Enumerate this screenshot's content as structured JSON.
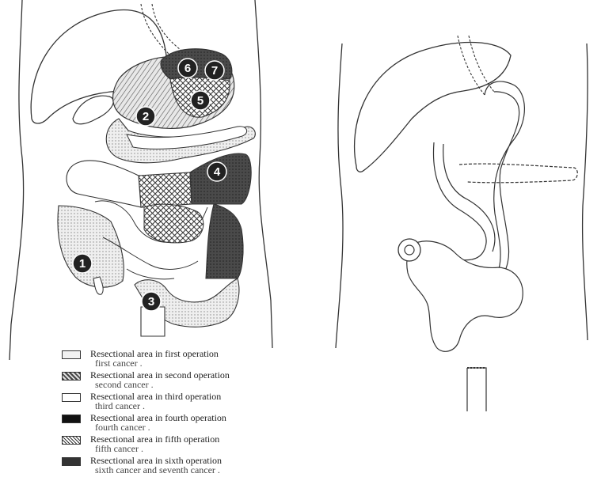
{
  "markers": [
    "1",
    "2",
    "3",
    "4",
    "5",
    "6",
    "7"
  ],
  "legend": [
    {
      "label": "Resectional area in first operation",
      "sub": "first cancer .",
      "pattern": "dotted"
    },
    {
      "label": "Resectional area in second operation",
      "sub": "second cancer .",
      "pattern": "hatched"
    },
    {
      "label": "Resectional area in third operation",
      "sub": "third cancer .",
      "pattern": "blank"
    },
    {
      "label": "Resectional area in fourth operation",
      "sub": "fourth cancer .",
      "pattern": "solid"
    },
    {
      "label": "Resectional area in fifth operation",
      "sub": "fifth cancer .",
      "pattern": "crosshatch"
    },
    {
      "label": "Resectional area in sixth operation",
      "sub": "sixth cancer and seventh cancer .",
      "pattern": "dark-dotted"
    }
  ],
  "colors": {
    "line": "#333333",
    "dotted": "#c9c9c9",
    "hatched": "#b5b5b5",
    "solid": "#2a2a2a",
    "marker": "#222222"
  }
}
